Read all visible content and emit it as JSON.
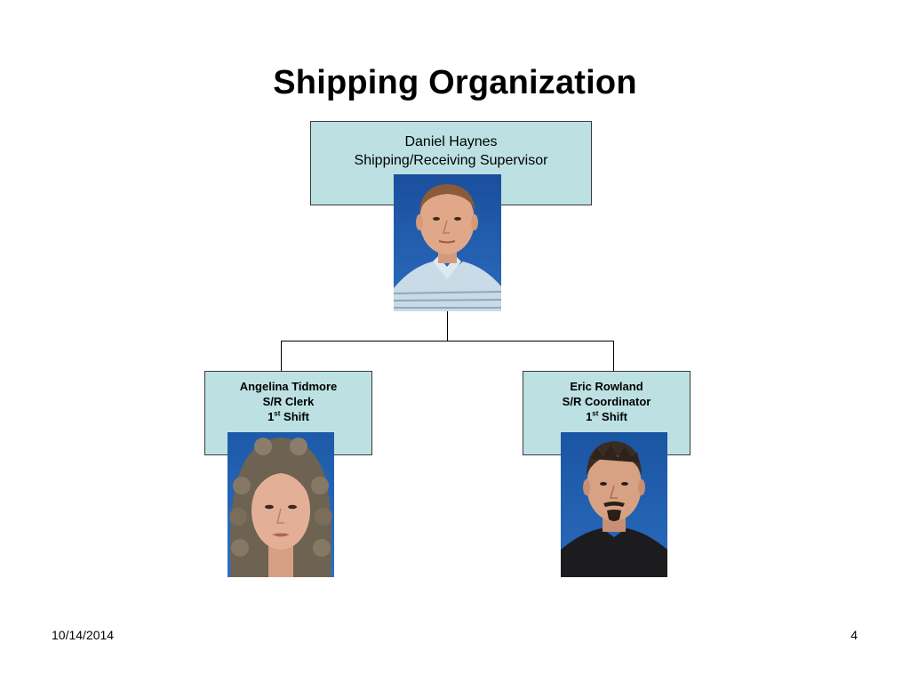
{
  "slide": {
    "title": "Shipping Organization",
    "date": "10/14/2014",
    "page_number": "4"
  },
  "org_chart": {
    "supervisor": {
      "name": "Daniel Haynes",
      "title": "Shipping/Receiving Supervisor"
    },
    "reports": [
      {
        "name": "Angelina Tidmore",
        "title": "S/R Clerk",
        "shift_number": "1",
        "shift_suffix": "st",
        "shift_label": " Shift"
      },
      {
        "name": "Eric Rowland",
        "title": "S/R Coordinator",
        "shift_number": "1",
        "shift_suffix": "st",
        "shift_label": " Shift"
      }
    ]
  },
  "colors": {
    "box_fill": "#bde1e3",
    "photo_background": "#1f5fa8"
  }
}
